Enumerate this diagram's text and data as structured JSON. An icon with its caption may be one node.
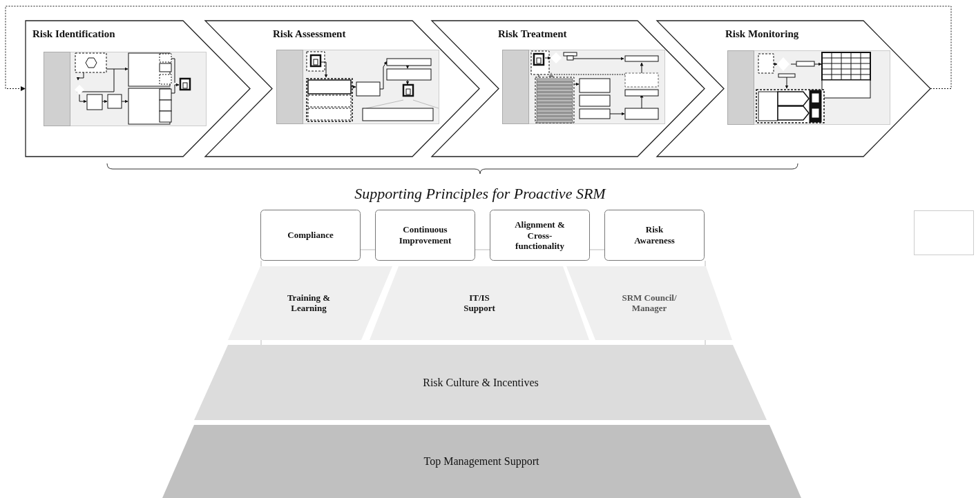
{
  "diagram": {
    "nodes": [
      {
        "text": [
          "Risk Identification"
        ]
      },
      {
        "text": [
          "Risk Assessment"
        ]
      },
      {
        "text": [
          "Risk Treatment"
        ]
      },
      {
        "text": [
          "Risk Monitoring"
        ]
      },
      {
        "text": [
          "Compliance"
        ]
      },
      {
        "text": [
          "Continuous Improvement"
        ]
      },
      {
        "text": [
          "Alignment & Cross-functionality"
        ]
      },
      {
        "text": [
          "Risk Awareness"
        ]
      },
      {
        "text": [
          "Training & Learning"
        ]
      },
      {
        "text": [
          "IT/IS Support"
        ]
      },
      {
        "text": [
          "SRM Council/ Manager"
        ]
      },
      {
        "text": [
          "Risk Culture & Incentives"
        ]
      },
      {
        "text": [
          "Top Management Support"
        ]
      },
      {
        "text": [],
        "shape": "box"
      }
    ],
    "edges": [
      {
        "from": 3,
        "to": 0,
        "arrow": "to",
        "style": "dashed"
      }
    ],
    "labels": [
      "Supporting Principles for Proactive SRM"
    ]
  }
}
